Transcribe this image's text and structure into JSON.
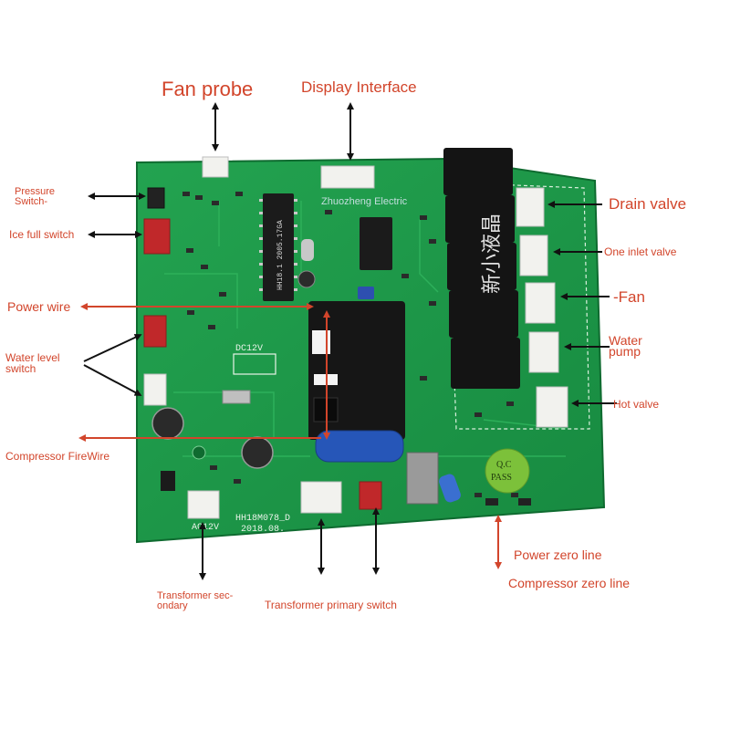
{
  "callouts": {
    "fan_probe": "Fan probe",
    "display_interface": "Display Interface",
    "pressure_switch_line1": "Pressure",
    "pressure_switch_line2": "Switch-",
    "ice_full_switch": "Ice full switch",
    "power_wire": "Power wire",
    "water_level_line1": "Water level",
    "water_level_line2": "switch",
    "compressor_firewire": "Compressor FireWire",
    "transformer_secondary_line1": "Transformer sec-",
    "transformer_secondary_line2": "ondary",
    "transformer_primary_switch": "Transformer primary switch",
    "power_zero_line": "Power zero line",
    "compressor_zero_line": "Compressor zero line",
    "drain_valve": "Drain valve",
    "one_inlet_valve": "One inlet valve",
    "fan": "-Fan",
    "water_line1": "Water",
    "water_line2": "pump",
    "hot_valve": "Hot valve"
  },
  "board": {
    "watermark": "Zhuozheng Electric",
    "model": "HH18M078_D",
    "date": "2018.08.",
    "relay_chinese_text": "新小液晶",
    "dc_label": "DC12V",
    "ac_label": "AC12V",
    "ic_text": "HH18.1 2005.17GA",
    "qc_line1": "Q.C",
    "qc_line2": "PASS"
  },
  "colors": {
    "pcb": "#1e9648",
    "pcb_dark": "#147a38",
    "relay": "#1a1a1a",
    "connector_white": "#f2f2ee",
    "connector_red": "#c0282a",
    "capacitor_blue": "#2656b8",
    "label_red": "#d2452b",
    "arrow_black": "#111111"
  }
}
